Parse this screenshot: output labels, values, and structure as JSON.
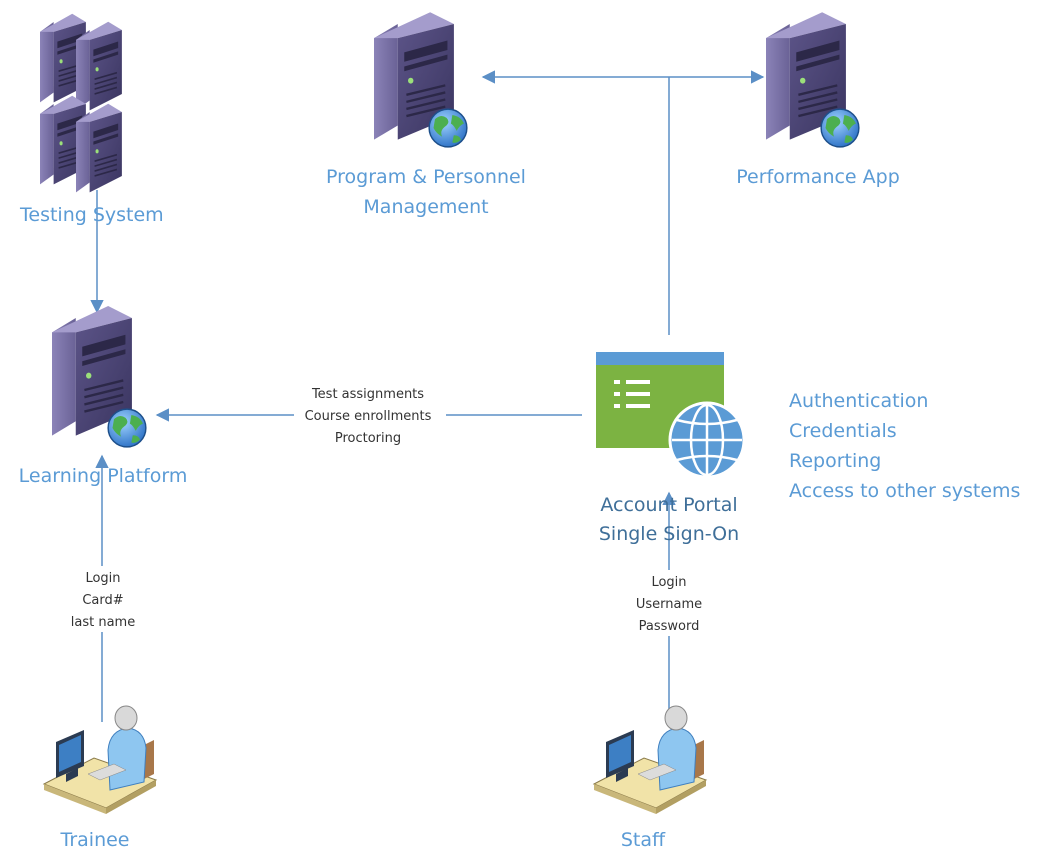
{
  "nodes": {
    "testing_system": {
      "label": "Testing System"
    },
    "program_personnel": {
      "label_line1": "Program & Personnel",
      "label_line2": "Management"
    },
    "performance_app": {
      "label": "Performance App"
    },
    "learning_platform": {
      "label": "Learning Platform"
    },
    "account_portal": {
      "label_line1": "Account Portal",
      "label_line2": "Single Sign-On"
    },
    "trainee": {
      "label": "Trainee"
    },
    "staff": {
      "label": "Staff"
    }
  },
  "portal_features": [
    "Authentication",
    "Credentials",
    "Reporting",
    "Access to other systems"
  ],
  "edges": {
    "portal_to_learning": [
      "Test assignments",
      "Course enrollments",
      "Proctoring"
    ],
    "trainee_login": [
      "Login",
      "Card#",
      "last name"
    ],
    "staff_login": [
      "Login",
      "Username",
      "Password"
    ]
  },
  "colors": {
    "label_blue": "#5b9bd5",
    "server_purple": "#4b4472",
    "portal_green": "#7cb342",
    "portal_header": "#5b9bd5",
    "connector": "#5b8fc6"
  },
  "icons": [
    "server-tower-icon",
    "server-stack-icon",
    "globe-icon",
    "portal-window-icon",
    "user-workstation-icon"
  ]
}
